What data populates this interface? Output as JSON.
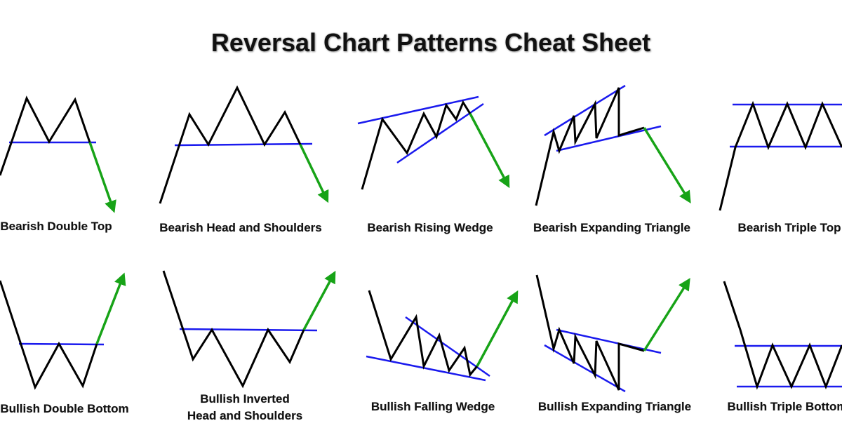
{
  "title": "Reversal Chart Patterns Cheat Sheet",
  "colors": {
    "price": "#000000",
    "trendline": "#1a1aee",
    "breakout": "#17a317"
  },
  "patterns": [
    {
      "id": "bearish-double-top",
      "label": [
        "Bearish Double Top"
      ]
    },
    {
      "id": "bearish-head-and-shoulders",
      "label": [
        "Bearish Head and Shoulders"
      ]
    },
    {
      "id": "bearish-rising-wedge",
      "label": [
        "Bearish Rising Wedge"
      ]
    },
    {
      "id": "bearish-expanding-triangle",
      "label": [
        "Bearish Expanding Triangle"
      ]
    },
    {
      "id": "bearish-triple-top",
      "label": [
        "Bearish Triple Top"
      ]
    },
    {
      "id": "bullish-double-bottom",
      "label": [
        "Bullish Double Bottom"
      ]
    },
    {
      "id": "bullish-inverted-head-and-shoulders",
      "label": [
        "Bullish Inverted",
        "Head and Shoulders"
      ]
    },
    {
      "id": "bullish-falling-wedge",
      "label": [
        "Bullish Falling Wedge"
      ]
    },
    {
      "id": "bullish-expanding-triangle",
      "label": [
        "Bullish Expanding Triangle"
      ]
    },
    {
      "id": "bullish-triple-bottom",
      "label": [
        "Bullish Triple Bottom"
      ]
    }
  ]
}
